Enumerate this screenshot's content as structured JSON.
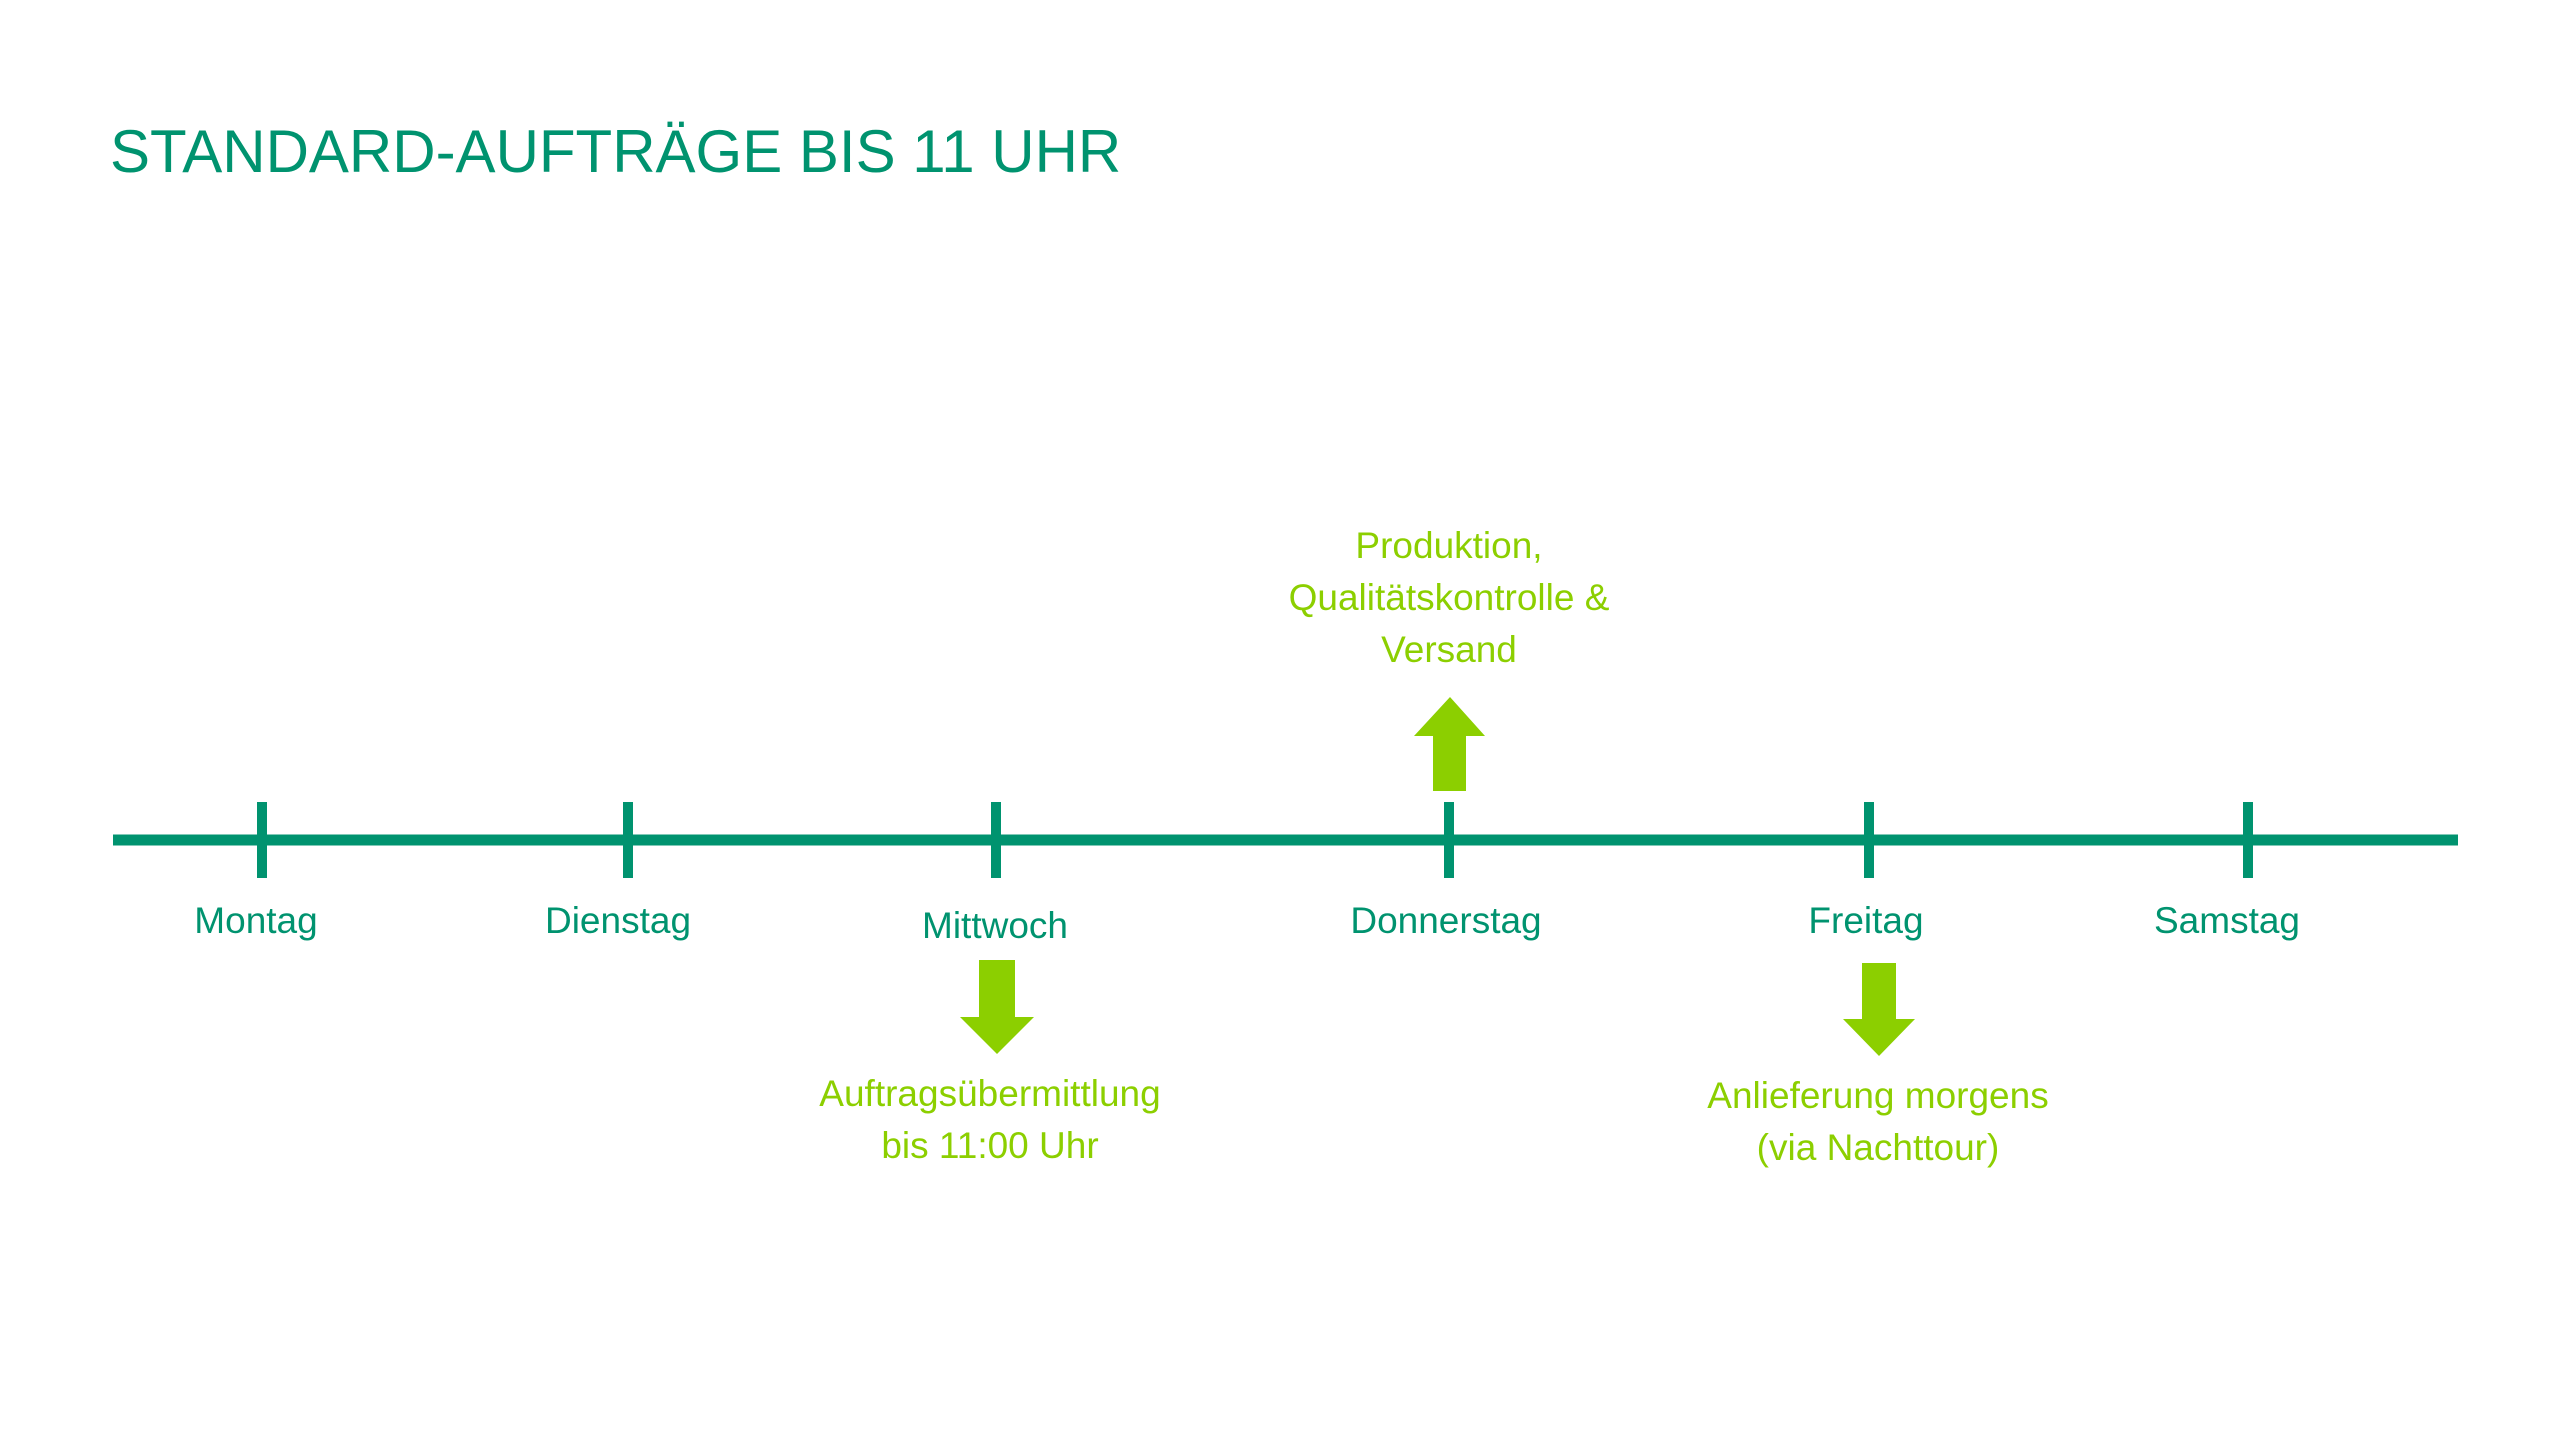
{
  "slide": {
    "title": "STANDARD-AUFTRÄGE BIS 11 UHR"
  },
  "colors": {
    "primary": "#00936f",
    "accent": "#8ccf00",
    "background": "#ffffff"
  },
  "timeline": {
    "days": [
      {
        "label": "Montag"
      },
      {
        "label": "Dienstag"
      },
      {
        "label": "Mittwoch"
      },
      {
        "label": "Donnerstag"
      },
      {
        "label": "Freitag"
      },
      {
        "label": "Samstag"
      }
    ],
    "events": [
      {
        "day": "Mittwoch",
        "direction": "down",
        "lines": [
          "Auftragsübermittlung",
          "bis 11:00 Uhr"
        ]
      },
      {
        "day": "Donnerstag",
        "direction": "up",
        "lines": [
          "Produktion,",
          "Qualitätskontrolle &",
          "Versand"
        ]
      },
      {
        "day": "Freitag",
        "direction": "down",
        "lines": [
          "Anlieferung morgens",
          "(via Nachttour)"
        ]
      }
    ]
  }
}
